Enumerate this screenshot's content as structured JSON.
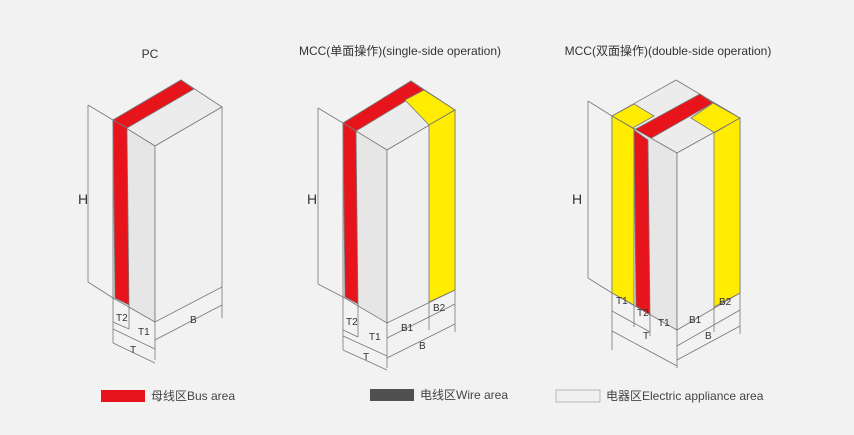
{
  "diagrams": [
    {
      "title": "PC",
      "h_label": "H",
      "dims": {
        "t2": "T2",
        "t1": "T1",
        "b": "B",
        "t": "T"
      }
    },
    {
      "title": "MCC(单面操作)(single-side operation)",
      "h_label": "H",
      "dims": {
        "t2": "T2",
        "t1": "T1",
        "b1": "B1",
        "b2": "B2",
        "t": "T",
        "b": "B"
      }
    },
    {
      "title": "MCC(双面操作)(double-side operation)",
      "h_label": "H",
      "dims": {
        "t1a": "T1",
        "t2": "T2",
        "t1b": "T1",
        "b1": "B1",
        "b2": "B2",
        "t": "T",
        "b": "B"
      }
    }
  ],
  "legend": [
    {
      "label": "母线区Bus area",
      "color": "#e8141b"
    },
    {
      "label": "电线区Wire area",
      "color": "#505050"
    },
    {
      "label": "电器区Electric appliance area",
      "color": "#f0f0f0"
    }
  ],
  "colors": {
    "bus": "#e8141b",
    "wire": "#ffec00",
    "cabinet": "#ececec",
    "outline": "#777777"
  }
}
